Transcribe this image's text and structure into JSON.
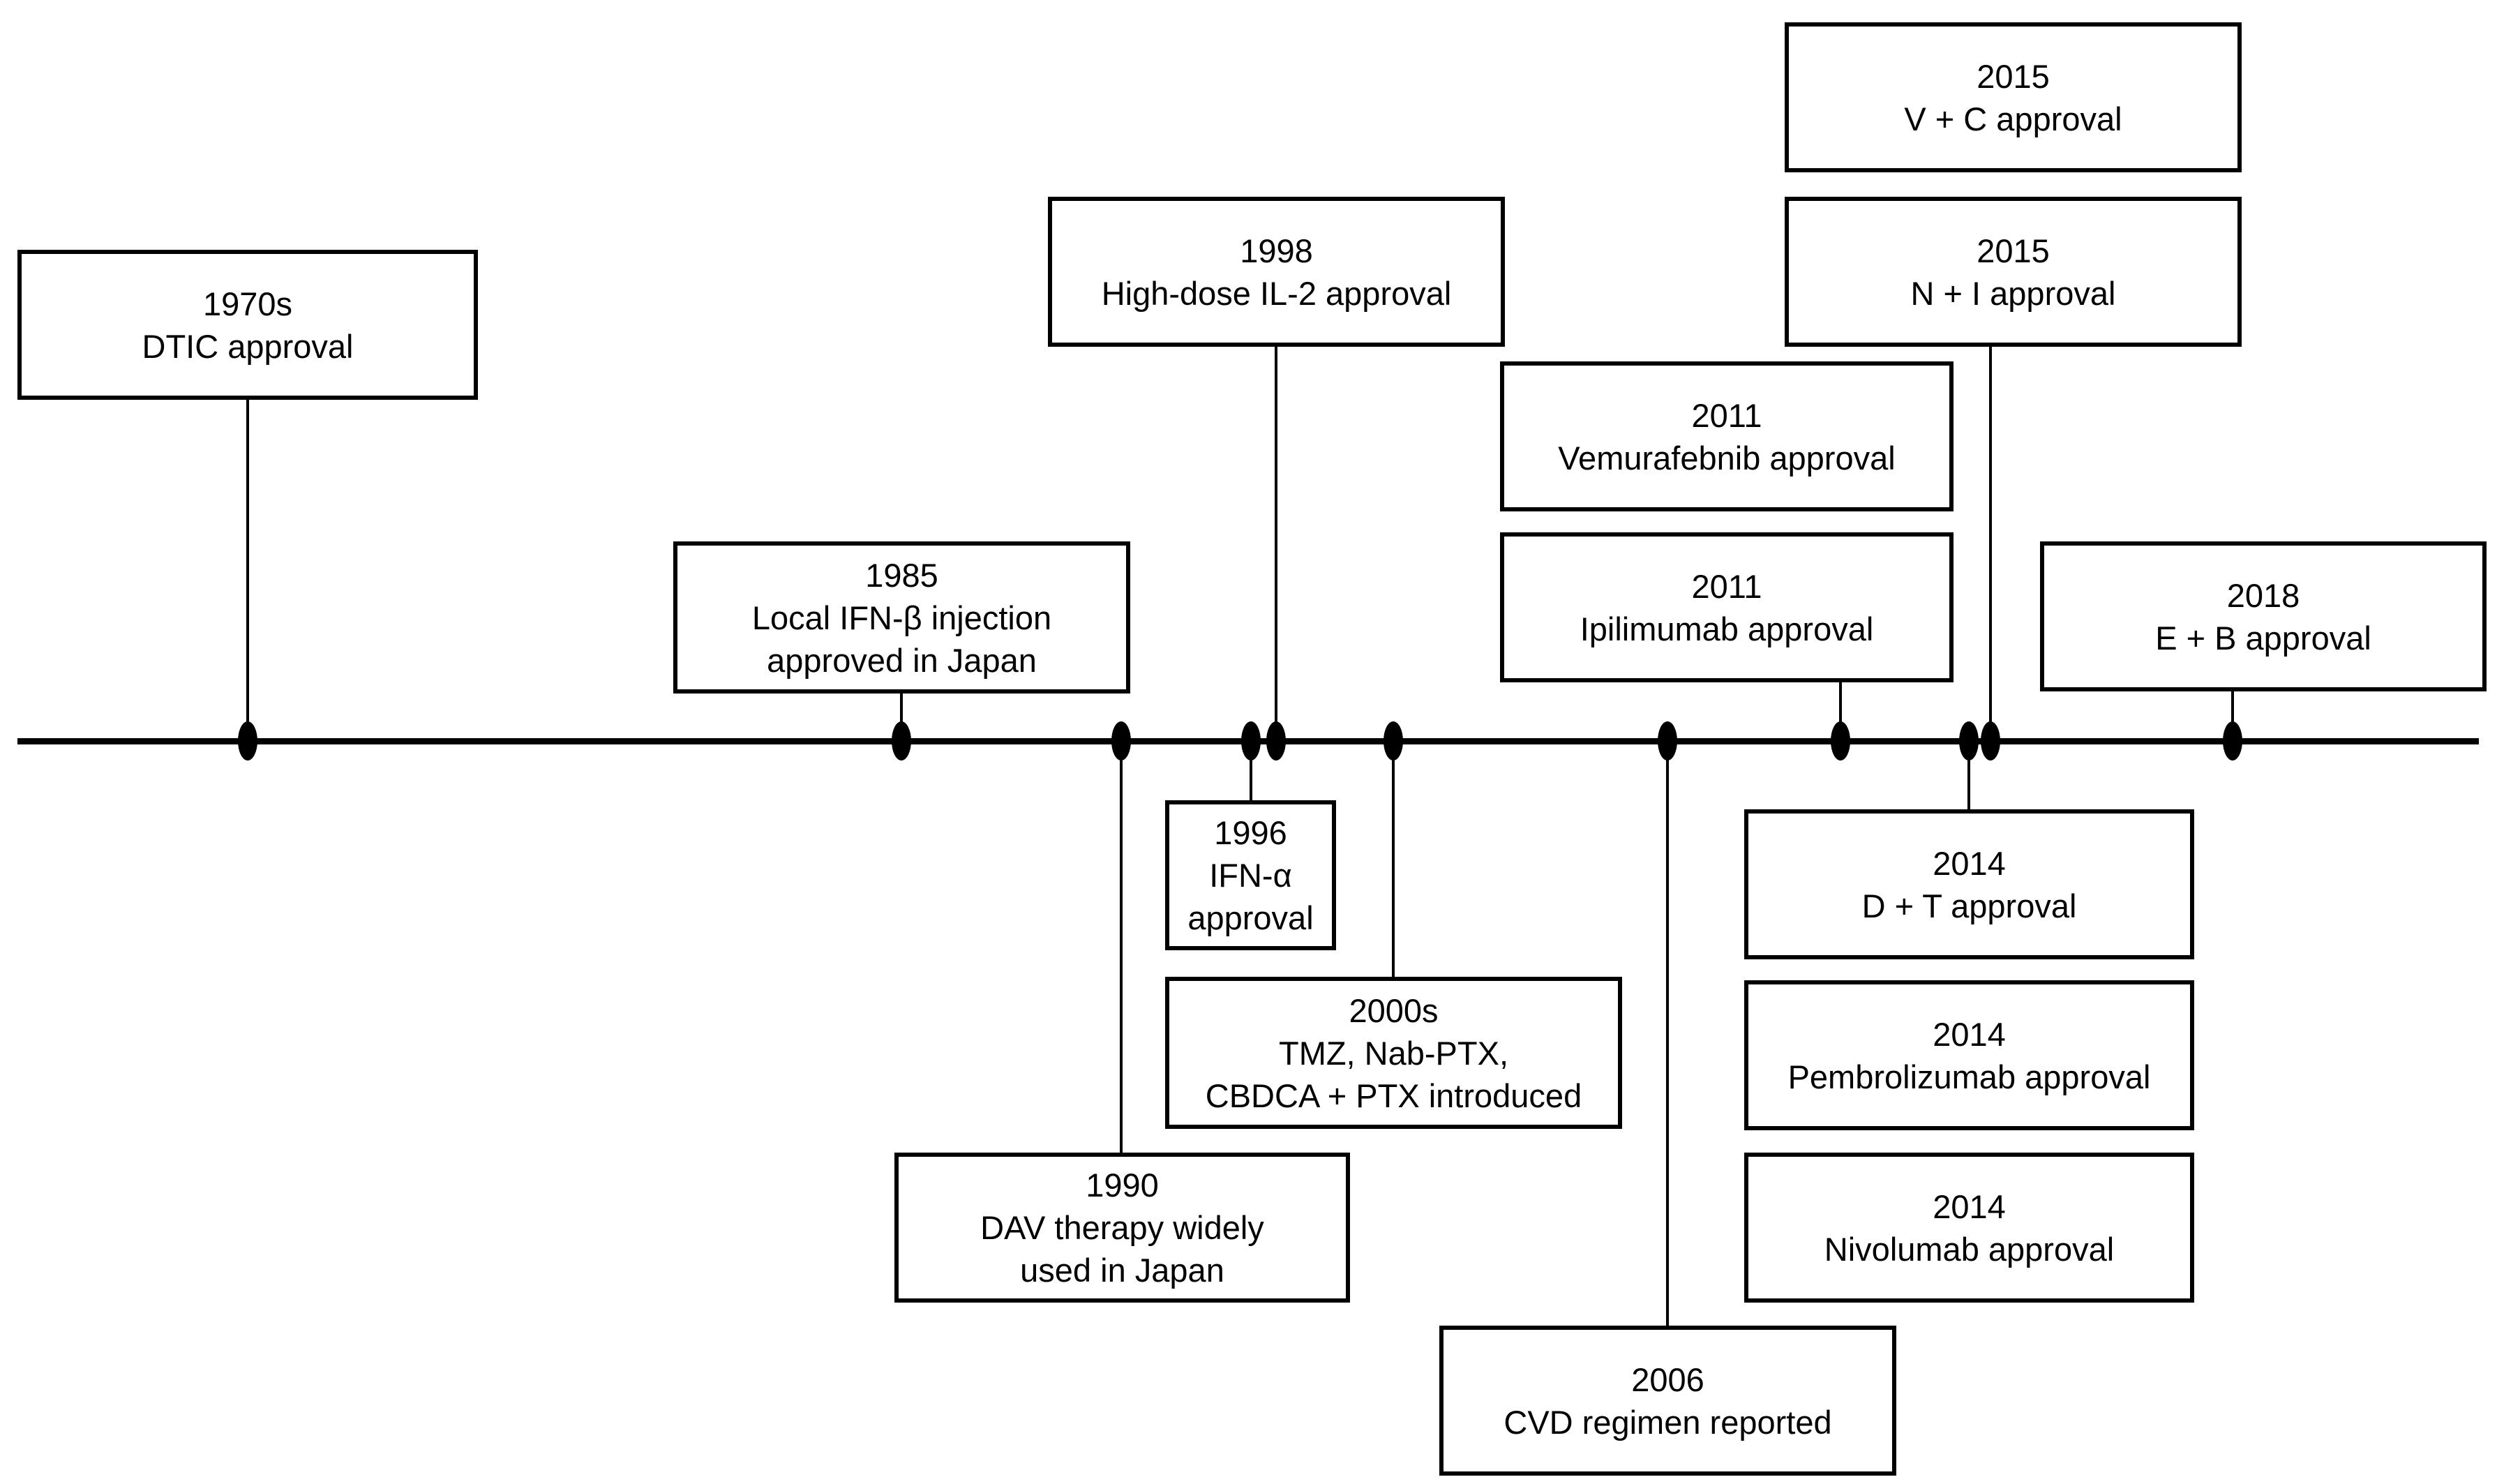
{
  "diagram": {
    "type": "timeline",
    "orientation": "horizontal",
    "colors": {
      "line": "#000000",
      "text": "#000000",
      "box_background": "#ffffff",
      "page_background": "#ffffff"
    },
    "events": [
      {
        "id": "dtic-1970s",
        "year": "1970s",
        "label_lines": [
          "DTIC approval"
        ],
        "side": "above",
        "has_connector": true,
        "has_axis_dot": true
      },
      {
        "id": "local-ifn-beta-1985",
        "year": "1985",
        "label_lines": [
          "Local IFN-β injection",
          "approved in Japan"
        ],
        "side": "above",
        "has_connector": true,
        "has_axis_dot": true
      },
      {
        "id": "high-dose-il2-1998",
        "year": "1998",
        "label_lines": [
          "High-dose IL-2 approval"
        ],
        "side": "above",
        "has_connector": true,
        "has_axis_dot": true
      },
      {
        "id": "vemurafebnib-2011",
        "year": "2011",
        "label_lines": [
          "Vemurafebnib approval"
        ],
        "side": "above",
        "has_connector": false,
        "has_axis_dot": false
      },
      {
        "id": "ipilimumab-2011",
        "year": "2011",
        "label_lines": [
          "Ipilimumab approval"
        ],
        "side": "above",
        "has_connector": true,
        "has_axis_dot": true
      },
      {
        "id": "v-plus-c-2015",
        "year": "2015",
        "label_lines": [
          "V + C approval"
        ],
        "side": "above",
        "has_connector": false,
        "has_axis_dot": false
      },
      {
        "id": "n-plus-i-2015",
        "year": "2015",
        "label_lines": [
          "N + I approval"
        ],
        "side": "above",
        "has_connector": true,
        "has_axis_dot": true
      },
      {
        "id": "e-plus-b-2018",
        "year": "2018",
        "label_lines": [
          "E + B approval"
        ],
        "side": "above",
        "has_connector": true,
        "has_axis_dot": true
      },
      {
        "id": "ifn-alpha-1996",
        "year": "1996",
        "label_lines": [
          "IFN-α",
          "approval"
        ],
        "side": "below",
        "has_connector": true,
        "has_axis_dot": true
      },
      {
        "id": "tmz-nab-ptx-2000s",
        "year": "2000s",
        "label_lines": [
          "TMZ, Nab-PTX,",
          "CBDCA + PTX introduced"
        ],
        "side": "below",
        "has_connector": true,
        "has_axis_dot": true
      },
      {
        "id": "dav-1990",
        "year": "1990",
        "label_lines": [
          "DAV therapy widely",
          "used in Japan"
        ],
        "side": "below",
        "has_connector": true,
        "has_axis_dot": true
      },
      {
        "id": "cvd-2006",
        "year": "2006",
        "label_lines": [
          "CVD regimen reported"
        ],
        "side": "below",
        "has_connector": true,
        "has_axis_dot": true
      },
      {
        "id": "d-plus-t-2014",
        "year": "2014",
        "label_lines": [
          "D + T approval"
        ],
        "side": "below",
        "has_connector": true,
        "has_axis_dot": true
      },
      {
        "id": "pembrolizumab-2014",
        "year": "2014",
        "label_lines": [
          "Pembrolizumab approval"
        ],
        "side": "below",
        "has_connector": false,
        "has_axis_dot": false
      },
      {
        "id": "nivolumab-2014",
        "year": "2014",
        "label_lines": [
          "Nivolumab approval"
        ],
        "side": "below",
        "has_connector": false,
        "has_axis_dot": false
      }
    ]
  }
}
